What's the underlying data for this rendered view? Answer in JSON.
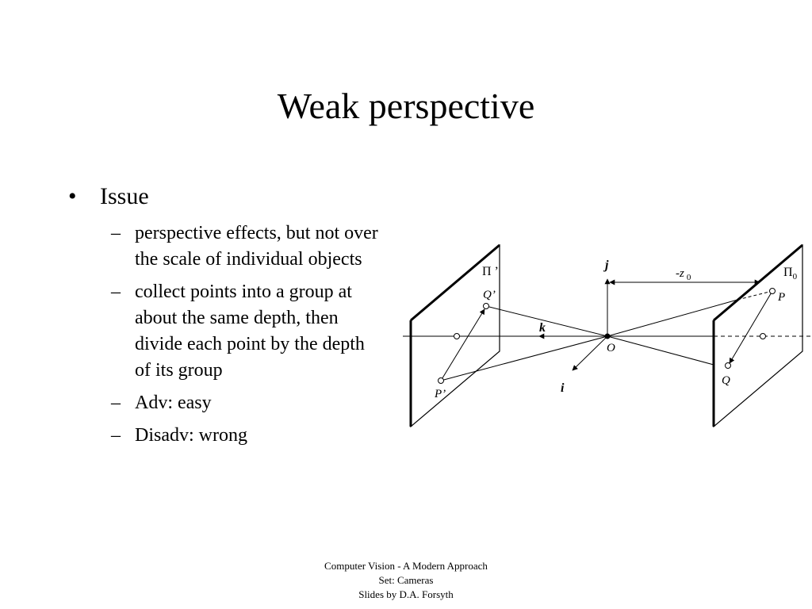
{
  "title": "Weak perspective",
  "bullets": {
    "marker": "•",
    "label": "Issue",
    "sub_marker": "–",
    "items": [
      "perspective effects, but not over the scale of individual objects",
      "collect points into a group at about the same depth, then divide each point by the depth of its group",
      "Adv: easy",
      "Disadv: wrong"
    ]
  },
  "figure": {
    "plane_left": "Π ’",
    "plane_right": "Π",
    "plane_right_sub": "0",
    "label_Q_prime": "Q’",
    "label_P_prime": "P’",
    "label_P": "P",
    "label_Q": "Q",
    "label_O": "O",
    "label_i": "i",
    "label_j": "j",
    "label_k": "k",
    "label_z": "-z",
    "label_z_sub": "0"
  },
  "footer": {
    "line1": "Computer Vision - A Modern Approach",
    "line2": "Set:  Cameras",
    "line3": "Slides by D.A. Forsyth"
  }
}
